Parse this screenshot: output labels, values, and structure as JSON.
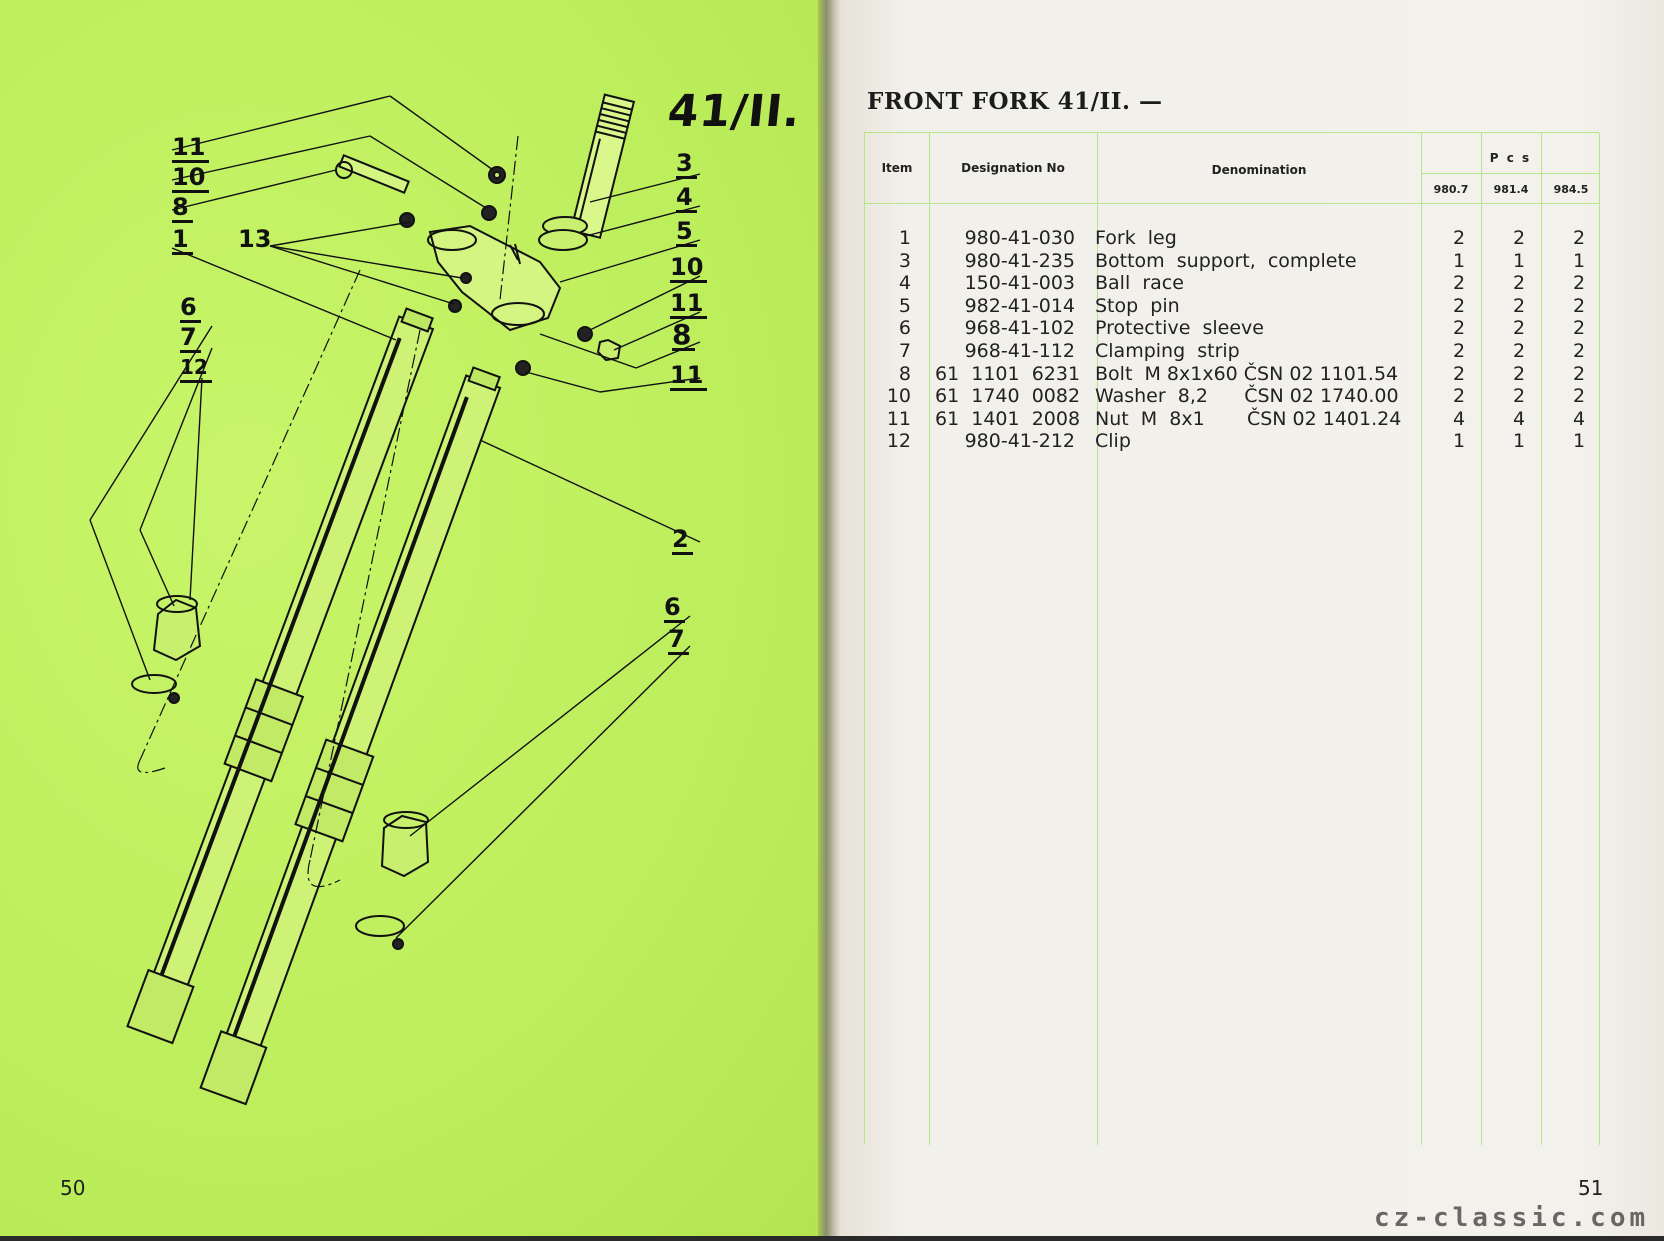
{
  "left_page": {
    "figure_title": "41/II.",
    "page_number": "50",
    "callouts": [
      {
        "label": "11",
        "id": "c-11a"
      },
      {
        "label": "10",
        "id": "c-10a"
      },
      {
        "label": "8",
        "id": "c-8a"
      },
      {
        "label": "1",
        "id": "c-1"
      },
      {
        "label": "13",
        "id": "c-13"
      },
      {
        "label": "6",
        "id": "c-6a"
      },
      {
        "label": "7",
        "id": "c-7a"
      },
      {
        "label": "12",
        "id": "c-12"
      },
      {
        "label": "3",
        "id": "c-3"
      },
      {
        "label": "4",
        "id": "c-4"
      },
      {
        "label": "5",
        "id": "c-5"
      },
      {
        "label": "10",
        "id": "c-10b"
      },
      {
        "label": "11",
        "id": "c-11b"
      },
      {
        "label": "8",
        "id": "c-8b"
      },
      {
        "label": "11",
        "id": "c-11c"
      },
      {
        "label": "2",
        "id": "c-2"
      },
      {
        "label": "6",
        "id": "c-6b"
      },
      {
        "label": "7",
        "id": "c-7b"
      }
    ]
  },
  "right_page": {
    "title": "FRONT FORK 41/II. —",
    "page_number": "51",
    "watermark": "cz-classic.com",
    "headers": {
      "item": "Item",
      "designation": "Designation No",
      "denomination": "Denomination",
      "pcs": "P c s",
      "q1": "980.7",
      "q2": "981.4",
      "q3": "984.5"
    },
    "rows": [
      {
        "item": "1",
        "designation": "980-41-030",
        "denomination": "Fork  leg",
        "q1": "2",
        "q2": "2",
        "q3": "2"
      },
      {
        "item": "3",
        "designation": "980-41-235",
        "denomination": "Bottom  support,  complete",
        "q1": "1",
        "q2": "1",
        "q3": "1"
      },
      {
        "item": "4",
        "designation": "150-41-003",
        "denomination": "Ball  race",
        "q1": "2",
        "q2": "2",
        "q3": "2"
      },
      {
        "item": "5",
        "designation": "982-41-014",
        "denomination": "Stop  pin",
        "q1": "2",
        "q2": "2",
        "q3": "2"
      },
      {
        "item": "6",
        "designation": "968-41-102",
        "denomination": "Protective  sleeve",
        "q1": "2",
        "q2": "2",
        "q3": "2"
      },
      {
        "item": "7",
        "designation": "968-41-112",
        "denomination": "Clamping  strip",
        "q1": "2",
        "q2": "2",
        "q3": "2"
      },
      {
        "item": "8",
        "designation": "61  1101  6231",
        "denomination": "Bolt  M 8x1x60 ČSN 02 1101.54",
        "q1": "2",
        "q2": "2",
        "q3": "2"
      },
      {
        "item": "10",
        "designation": "61  1740  0082",
        "denomination": "Washer  8,2      ČSN 02 1740.00",
        "q1": "2",
        "q2": "2",
        "q3": "2"
      },
      {
        "item": "11",
        "designation": "61  1401  2008",
        "denomination": "Nut  M  8x1       ČSN 02 1401.24",
        "q1": "4",
        "q2": "4",
        "q3": "4"
      },
      {
        "item": "12",
        "designation": "980-41-212",
        "denomination": "Clip",
        "q1": "1",
        "q2": "1",
        "q3": "1"
      }
    ]
  },
  "colors": {
    "left_page_bg": "#c2f262",
    "right_page_bg": "#f1efe9",
    "table_rule": "#b7e68a",
    "ink": "#1c1c1c"
  }
}
